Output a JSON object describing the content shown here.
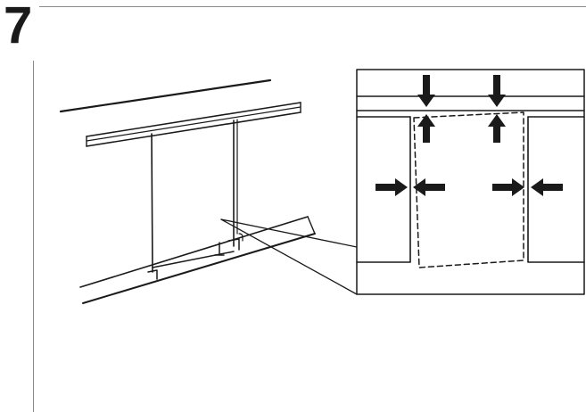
{
  "step": {
    "number": "7"
  },
  "colors": {
    "ink": "#1a1a1a",
    "rule": "#8a8a8a",
    "background": "#ffffff"
  },
  "figure": {
    "icons": [
      "dishwasher-installation-illustration",
      "gap-detail-inset",
      "alignment-arrow-icon"
    ]
  }
}
